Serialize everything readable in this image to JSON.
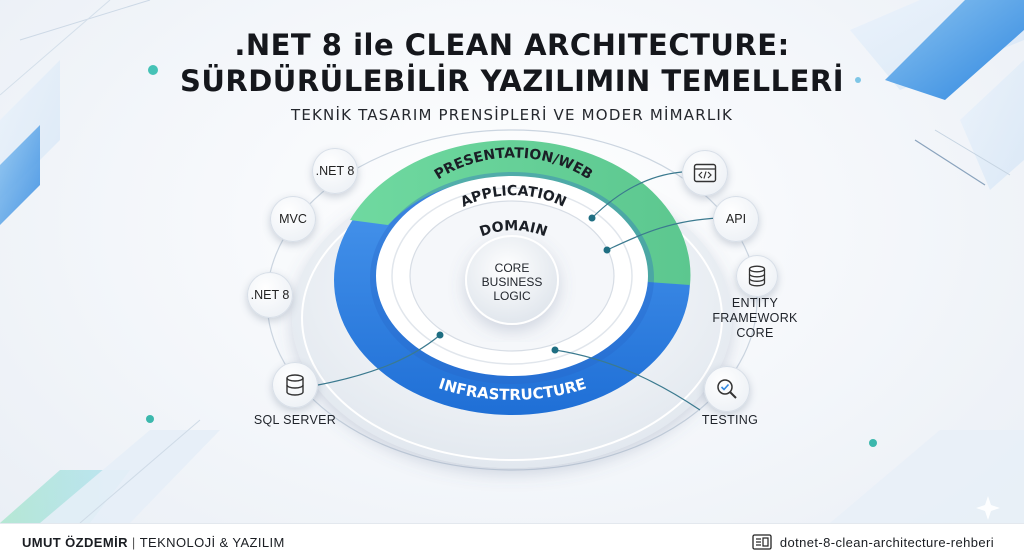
{
  "header": {
    "title_line1": ".NET 8 ile CLEAN ARCHITECTURE:",
    "title_line2": "SÜRDÜRÜLEBİLİR YAZILIMIN TEMELLERİ",
    "subtitle": "TEKNİK TASARIM PRENSİPLERİ VE MODER MİMARLIK"
  },
  "layers": {
    "outer_top": "PRESENTATION/WEB",
    "application": "APPLICATION",
    "domain": "DOMAIN",
    "core_line1": "CORE",
    "core_line2": "BUSINESS",
    "core_line3": "LOGIC",
    "outer_bottom": "INFRASTRUCTURE"
  },
  "left_nodes": {
    "net8_top": ".NET 8",
    "mvc": "MVC",
    "net8_mid": ".NET 8",
    "sql_server": "SQL SERVER"
  },
  "right_nodes": {
    "api": "API",
    "efcore_line1": "ENTITY",
    "efcore_line2": "FRAMEWORK",
    "efcore_line3": "CORE",
    "testing": "TESTING"
  },
  "icons": [
    "code-window-icon",
    "database-icon",
    "magnifier-check-icon",
    "sql-database-icon",
    "document-icon"
  ],
  "colors": {
    "presentation_ring": "#5fd08a",
    "infrastructure_ring": "#2f7fe0",
    "title": "#15171c"
  },
  "footer": {
    "author": "UMUT ÖZDEMİR",
    "separator": "|",
    "tagline": "TEKNOLOJİ & YAZILIM",
    "slug": "dotnet-8-clean-architecture-rehberi"
  }
}
